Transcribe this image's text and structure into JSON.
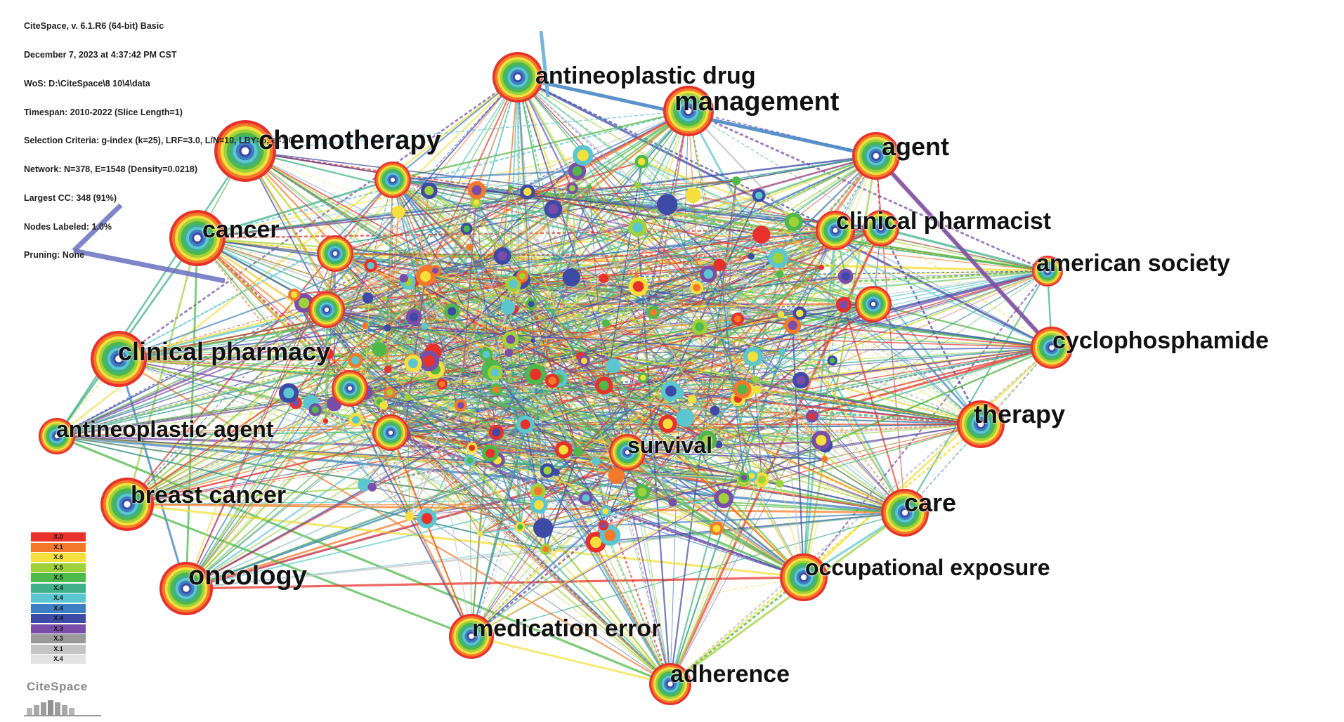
{
  "info_lines": [
    "CiteSpace, v. 6.1.R6 (64-bit) Basic",
    "December 7, 2023 at 4:37:42 PM CST",
    "WoS: D:\\CiteSpace\\8 10\\4\\data",
    "Timespan: 2010-2022 (Slice Length=1)",
    "Selection Criteria: g-index (k=25), LRF=3.0, L/N=10, LBY=5, e=1.0",
    "Network: N=378, E=1548 (Density=0.0218)",
    "Largest CC: 348 (91%)",
    "Nodes Labeled: 1.0%",
    "Pruning: None"
  ],
  "legend": {
    "colors": [
      "#e8312a",
      "#f5792a",
      "#f4df3c",
      "#9fd13b",
      "#4fb84a",
      "#3fb08a",
      "#5bc6d0",
      "#3d7fc2",
      "#3d4aa6",
      "#7a4ea8",
      "#9a9a9a",
      "#c4c4c4",
      "#e2e2e2"
    ],
    "labels": [
      "X.0",
      "X.1",
      "X.6",
      "X.5",
      "X.5",
      "X.4",
      "X.4",
      "X.4",
      "X.4",
      "X.3",
      "X.3",
      "X.1",
      "X.4"
    ]
  },
  "logo_text": "CiteSpace",
  "keywords": [
    {
      "label": "antineoplastic drug",
      "size": 34
    },
    {
      "label": "management",
      "size": 38
    },
    {
      "label": "chemotherapy",
      "size": 38
    },
    {
      "label": "agent",
      "size": 36
    },
    {
      "label": "cancer",
      "size": 34
    },
    {
      "label": "clinical pharmacist",
      "size": 34
    },
    {
      "label": "american society",
      "size": 34
    },
    {
      "label": "cyclophosphamide",
      "size": 34
    },
    {
      "label": "clinical pharmacy",
      "size": 36
    },
    {
      "label": "therapy",
      "size": 36
    },
    {
      "label": "antineoplastic agent",
      "size": 32
    },
    {
      "label": "survival",
      "size": 32
    },
    {
      "label": "breast cancer",
      "size": 34
    },
    {
      "label": "care",
      "size": 36
    },
    {
      "label": "oncology",
      "size": 38
    },
    {
      "label": "occupational exposure",
      "size": 32
    },
    {
      "label": "medication error",
      "size": 34
    },
    {
      "label": "adherence",
      "size": 34
    }
  ]
}
